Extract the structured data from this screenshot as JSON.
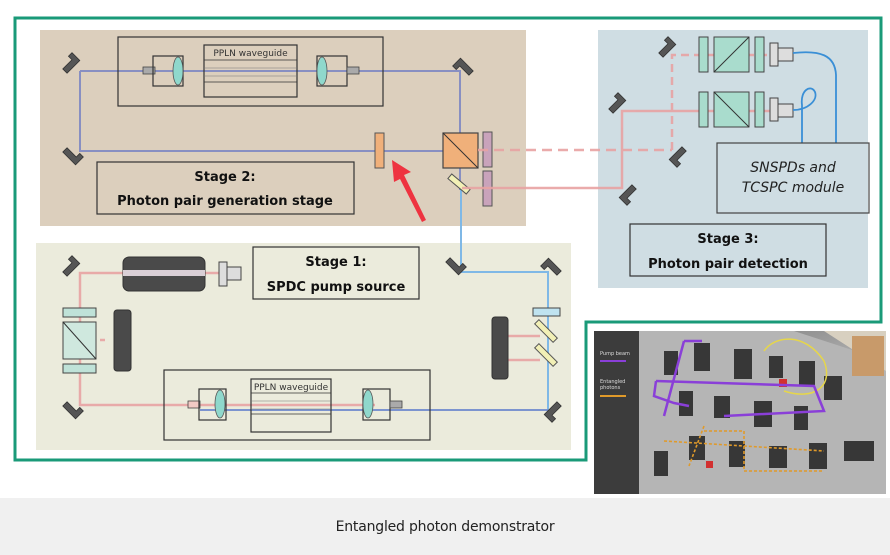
{
  "figure": {
    "title": "Entangled photon demonstrator",
    "stage1": {
      "line1": "Stage 1:",
      "line2": "SPDC pump source",
      "waveguide_label": "PPLN waveguide"
    },
    "stage2": {
      "line1": "Stage 2:",
      "line2": "Photon pair generation stage",
      "waveguide_label": "PPLN waveguide"
    },
    "stage3": {
      "line1": "Stage 3:",
      "line2": "Photon pair detection",
      "module_line1": "SNSPDs and",
      "module_line2": "TCSPC module"
    },
    "photo": {
      "legend_pump": "Pump beam",
      "legend_entangled_1": "Entangled",
      "legend_entangled_2": "photons"
    },
    "colors": {
      "frame": "#1a9a78",
      "stage1_bg": "#ebebdc",
      "stage2_bg": "#dccfbd",
      "stage3_bg": "#cfdde3",
      "pump_beam": "#e8a3a3",
      "photon_beam": "#7a84c4",
      "fiber": "#3a8fd6",
      "arrow": "#ee3340"
    }
  }
}
